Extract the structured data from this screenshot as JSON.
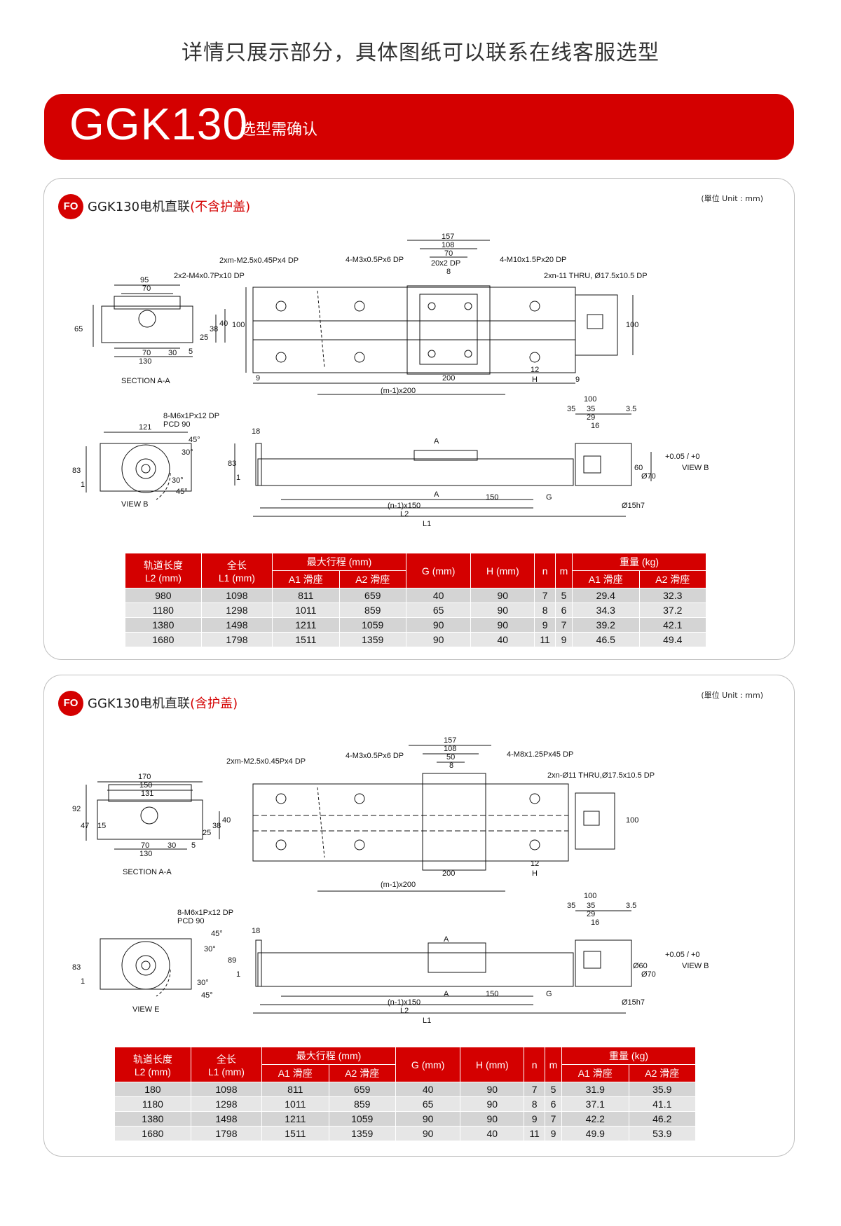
{
  "notice": "详情只展示部分，具体图纸可以联系在线客服选型",
  "hero": {
    "model": "GGK130",
    "sub": "选型需确认"
  },
  "unit": "(單位 Unit : mm)",
  "badge": "FO",
  "colors": {
    "brand_red": "#d40000",
    "row_gray": "#d4d4d4"
  },
  "section1": {
    "title": "GGK130电机直联",
    "title_note": "(不含护盖)",
    "labels": {
      "top_a": "2xm-M2.5x0.45Px4 DP",
      "top_b": "2x2-M4x0.7Px10 DP",
      "top_c": "4-M3x0.5Px6 DP",
      "top_d": "4-M10x1.5Px20 DP",
      "top_e": "2xn-11 THRU, Ø17.5x10.5 DP",
      "w157": "157",
      "w108": "108",
      "w70": "70",
      "w20": "20x2 DP",
      "w8": "8",
      "left_95": "95",
      "left_70": "70",
      "left_65": "65",
      "left_25": "25",
      "left_38": "38",
      "left_40": "40",
      "left_70b": "70",
      "left_30": "30",
      "left_130": "130",
      "left_5": "5",
      "section": "SECTION A-A",
      "h100": "100",
      "h100b": "100",
      "d9": "9",
      "d200": "200",
      "d12": "12",
      "dH": "H",
      "d9b": "9",
      "dm": "(m-1)x200",
      "v_8m6": "8-M6x1Px12 DP",
      "v_pcd": "PCD 90",
      "v_121": "121",
      "v_45": "45°",
      "v_30": "30°",
      "v_30b": "30°",
      "v_45b": "45°",
      "v_83": "83",
      "v_1": "1",
      "viewb": "VIEW B",
      "s_18": "18",
      "s_83": "83",
      "s_1": "1",
      "s_A": "A",
      "s_A2": "A",
      "s_100": "100",
      "s_35": "35",
      "s_35b": "35",
      "s_29": "29",
      "s_16": "16",
      "s_35c": "3.5",
      "s_60": "60",
      "s_70": "Ø70",
      "s_tol": "+0.05 / +0",
      "s_viewb": "VIEW B",
      "s_150": "150",
      "s_G": "G",
      "s_n": "(n-1)x150",
      "s_L2": "L2",
      "s_L1": "L1",
      "s_15h7": "Ø15h7"
    },
    "table": {
      "headers": {
        "c1a": "轨道长度",
        "c1b": "L2 (mm)",
        "c2a": "全长",
        "c2b": "L1 (mm)",
        "c3": "最大行程 (mm)",
        "c3a": "A1 滑座",
        "c3b": "A2 滑座",
        "c4": "G (mm)",
        "c5": "H (mm)",
        "c6": "n",
        "c7": "m",
        "c8": "重量 (kg)",
        "c8a": "A1 滑座",
        "c8b": "A2 滑座"
      },
      "rows": [
        [
          "980",
          "1098",
          "811",
          "659",
          "40",
          "90",
          "7",
          "5",
          "29.4",
          "32.3"
        ],
        [
          "1180",
          "1298",
          "1011",
          "859",
          "65",
          "90",
          "8",
          "6",
          "34.3",
          "37.2"
        ],
        [
          "1380",
          "1498",
          "1211",
          "1059",
          "90",
          "90",
          "9",
          "7",
          "39.2",
          "42.1"
        ],
        [
          "1680",
          "1798",
          "1511",
          "1359",
          "90",
          "40",
          "11",
          "9",
          "46.5",
          "49.4"
        ]
      ]
    }
  },
  "section2": {
    "title": "GGK130电机直联",
    "title_note": "(含护盖)",
    "labels": {
      "top_a": "2xm-M2.5x0.45Px4 DP",
      "top_c": "4-M3x0.5Px6 DP",
      "top_d": "4-M8x1.25Px45 DP",
      "top_e": "2xn-Ø11 THRU,Ø17.5x10.5 DP",
      "w157": "157",
      "w108": "108",
      "w50": "50",
      "w8": "8",
      "left_170": "170",
      "left_150": "150",
      "left_131": "131",
      "left_92": "92",
      "left_47": "47",
      "left_15": "15",
      "left_25": "25",
      "left_38": "38",
      "left_40": "40",
      "left_70": "70",
      "left_30": "30",
      "left_130": "130",
      "left_5": "5",
      "section": "SECTION A-A",
      "h100": "100",
      "d200": "200",
      "d12": "12",
      "dH": "H",
      "dm": "(m-1)x200",
      "v_8m6": "8-M6x1Px12 DP",
      "v_pcd": "PCD 90",
      "v_45": "45°",
      "v_30": "30°",
      "v_30b": "30°",
      "v_45b": "45°",
      "v_83": "83",
      "v_1": "1",
      "viewe": "VIEW E",
      "s_18": "18",
      "s_89": "89",
      "s_1": "1",
      "s_A": "A",
      "s_A2": "A",
      "s_100": "100",
      "s_35": "35",
      "s_35b": "35",
      "s_29": "29",
      "s_16": "16",
      "s_35c": "3.5",
      "s_60": "Ø60",
      "s_70": "Ø70",
      "s_tol": "+0.05 / +0",
      "s_viewb": "VIEW B",
      "s_150": "150",
      "s_G": "G",
      "s_n": "(n-1)x150",
      "s_L2": "L2",
      "s_L1": "L1",
      "s_15h7": "Ø15h7"
    },
    "table": {
      "headers": {
        "c1a": "轨道长度",
        "c1b": "L2 (mm)",
        "c2a": "全长",
        "c2b": "L1 (mm)",
        "c3": "最大行程 (mm)",
        "c3a": "A1 滑座",
        "c3b": "A2 滑座",
        "c4": "G (mm)",
        "c5": "H (mm)",
        "c6": "n",
        "c7": "m",
        "c8": "重量 (kg)",
        "c8a": "A1 滑座",
        "c8b": "A2 滑座"
      },
      "rows": [
        [
          "180",
          "1098",
          "811",
          "659",
          "40",
          "90",
          "7",
          "5",
          "31.9",
          "35.9"
        ],
        [
          "1180",
          "1298",
          "1011",
          "859",
          "65",
          "90",
          "8",
          "6",
          "37.1",
          "41.1"
        ],
        [
          "1380",
          "1498",
          "1211",
          "1059",
          "90",
          "90",
          "9",
          "7",
          "42.2",
          "46.2"
        ],
        [
          "1680",
          "1798",
          "1511",
          "1359",
          "90",
          "40",
          "11",
          "9",
          "49.9",
          "53.9"
        ]
      ]
    }
  }
}
